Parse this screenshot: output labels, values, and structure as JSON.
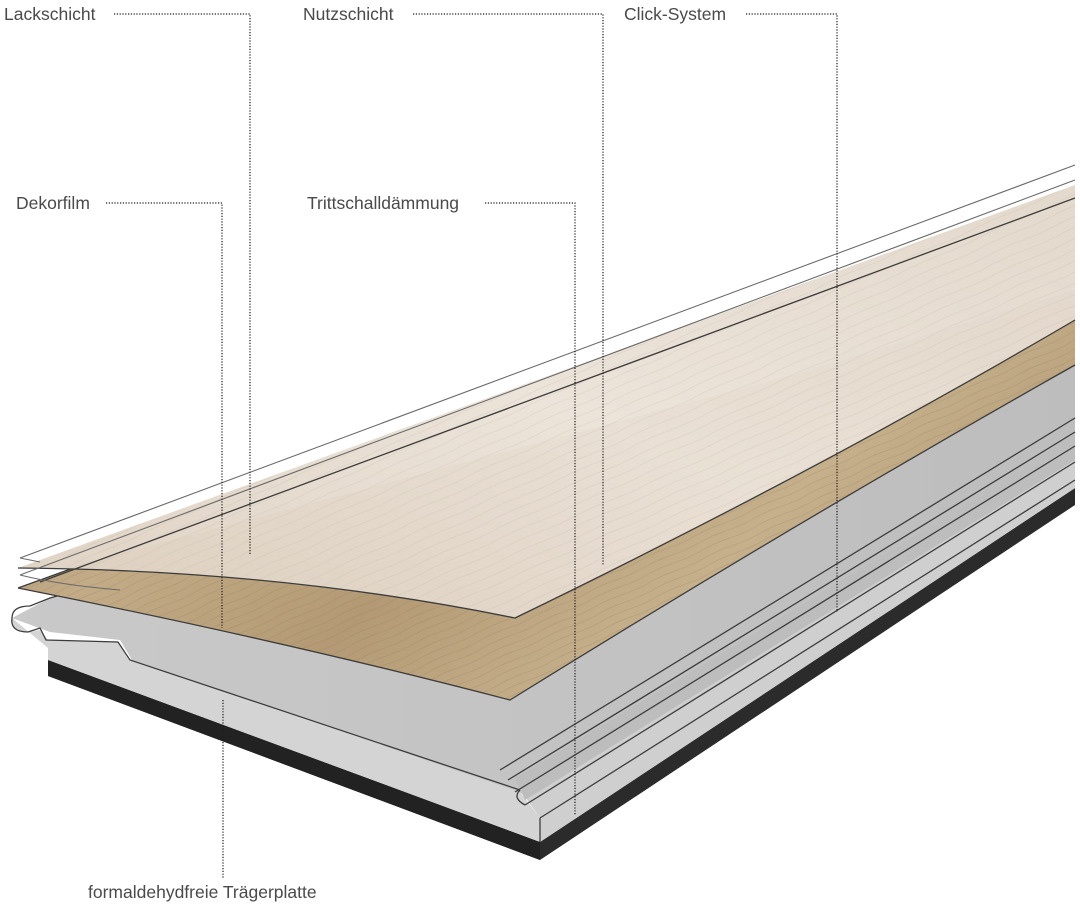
{
  "diagram": {
    "subject": "Laminate flooring plank layer structure (exploded view)",
    "labels": {
      "lackschicht": "Lackschicht",
      "nutzschicht": "Nutzschicht",
      "click_system": "Click-System",
      "dekorfilm": "Dekorfilm",
      "trittschalldaemmung": "Trittschalldämmung",
      "traegerplatte": "formaldehydfreie Trägerplatte"
    },
    "colors": {
      "background": "#ffffff",
      "label_text": "#4a4a4a",
      "leader_line": "#1a1a1a",
      "wear_layer": "#e6ddd2",
      "decor_film": "#b9a17c",
      "core_board": "#c4c4c4",
      "core_board_edge": "#d8d8d8",
      "underlay": "#2e2e2e",
      "outline": "#3c3c3c"
    }
  }
}
